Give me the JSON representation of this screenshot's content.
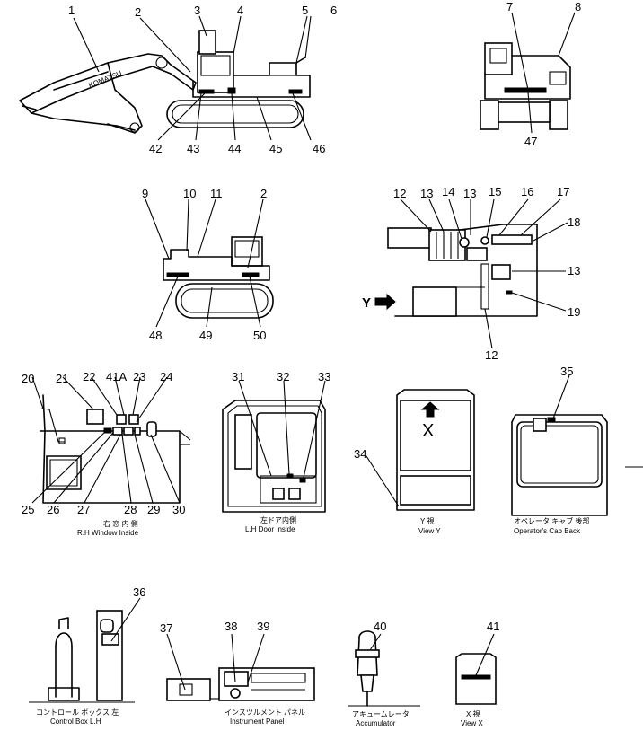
{
  "labels": {
    "n1": "1",
    "n2": "2",
    "n3": "3",
    "n4": "4",
    "n5": "5",
    "n6": "6",
    "n7": "7",
    "n8": "8",
    "n9": "9",
    "n10": "10",
    "n11": "11",
    "n2b": "2",
    "n12a": "12",
    "n13a": "13",
    "n14": "14",
    "n13b": "13",
    "n15": "15",
    "n16": "16",
    "n17": "17",
    "n18": "18",
    "n13c": "13",
    "n19": "19",
    "n12b": "12",
    "n42": "42",
    "n43": "43",
    "n44": "44",
    "n45": "45",
    "n46": "46",
    "n47": "47",
    "n48": "48",
    "n49": "49",
    "n50": "50",
    "n20": "20",
    "n21": "21",
    "n22": "22",
    "n41A": "41A",
    "n23": "23",
    "n24": "24",
    "n25": "25",
    "n26": "26",
    "n27": "27",
    "n28": "28",
    "n29": "29",
    "n30": "30",
    "n31": "31",
    "n32": "32",
    "n33": "33",
    "n34": "34",
    "n35": "35",
    "n36": "36",
    "n37": "37",
    "n38": "38",
    "n39": "39",
    "n40": "40",
    "n41": "41"
  },
  "captions": {
    "rh_window_jp": "右 窓 内 側",
    "rh_window_en": "R.H Window Inside",
    "lh_door_jp": "左ドア内側",
    "lh_door_en": "L.H Door Inside",
    "view_y_jp": "Y 視",
    "view_y_en": "View Y",
    "cab_back_jp": "オペレータ キャブ 後部",
    "cab_back_en": "Operator's Cab Back",
    "control_box_jp": "コントロール ボックス 左",
    "control_box_en": "Control Box L.H",
    "instrument_jp": "インスツルメント パネル",
    "instrument_en": "Instrument Panel",
    "accumulator_jp": "アキュームレータ",
    "accumulator_en": "Accumulator",
    "view_x_jp": "X 視",
    "view_x_en": "View X"
  },
  "markers": {
    "boom_logo": "KOMATSU",
    "view_x_letter": "X",
    "view_y_letter": "Y"
  }
}
